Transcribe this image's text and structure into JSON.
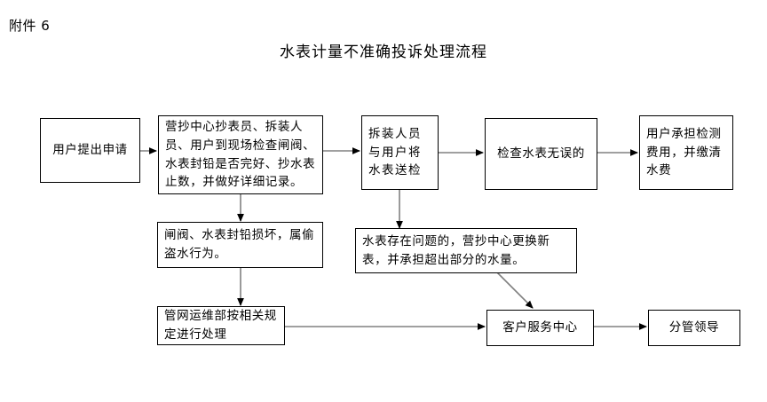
{
  "document": {
    "attachment_label": "附件 6",
    "title": "水表计量不准确投诉处理流程"
  },
  "flowchart": {
    "type": "process-flow",
    "nodes": [
      {
        "id": "n1",
        "label": "用户提出申请"
      },
      {
        "id": "n2",
        "label": "营抄中心抄表员、拆装人员、用户到现场检查闸阀、水表封铅是否完好、抄水表止数，并做好详细记录。"
      },
      {
        "id": "n3",
        "label": "拆装人员与用户将水表送检"
      },
      {
        "id": "n4",
        "label": "检查水表无误的"
      },
      {
        "id": "n5",
        "label": "用户承担检测费用，并缴清水费"
      },
      {
        "id": "n6",
        "label": "闸阀、水表封铅损坏，属偷盗水行为。"
      },
      {
        "id": "n7",
        "label": "水表存在问题的，营抄中心更换新表，并承担超出部分的水量。"
      },
      {
        "id": "n8",
        "label": "管网运维部按相关规定进行处理"
      },
      {
        "id": "n9",
        "label": "客户服务中心"
      },
      {
        "id": "n10",
        "label": "分管领导"
      }
    ],
    "edges": [
      {
        "from": "n1",
        "to": "n2",
        "style": "horizontal-arrow"
      },
      {
        "from": "n2",
        "to": "n3",
        "style": "horizontal-arrow"
      },
      {
        "from": "n3",
        "to": "n4",
        "style": "horizontal-arrow"
      },
      {
        "from": "n4",
        "to": "n5",
        "style": "horizontal-arrow"
      },
      {
        "from": "n2",
        "to": "n6",
        "style": "vertical-arrow"
      },
      {
        "from": "n3",
        "to": "n7",
        "style": "vertical-arrow"
      },
      {
        "from": "n6",
        "to": "n8",
        "style": "vertical-arrow"
      },
      {
        "from": "n8",
        "to": "n9",
        "style": "horizontal-arrow"
      },
      {
        "from": "n7",
        "to": "n9",
        "style": "diagonal-arrow"
      },
      {
        "from": "n9",
        "to": "n10",
        "style": "horizontal-arrow"
      }
    ],
    "colors": {
      "box_border": "#000000",
      "box_fill": "#ffffff",
      "connector": "#808080",
      "arrowhead": "#000000",
      "text": "#000000"
    }
  }
}
